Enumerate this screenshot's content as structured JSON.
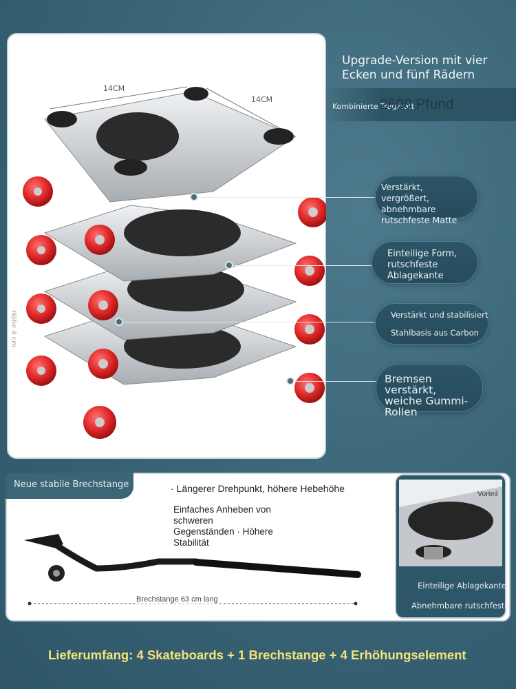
{
  "dimensions": {
    "width_label": "14CM",
    "depth_label": "14CM",
    "height_label": "Höhe 4 cm"
  },
  "header": {
    "title": "Upgrade-Version mit vier Ecken und fünf Rädern",
    "capacity_label": "Kombinierte Tragkraft",
    "capacity_value": "2600 Pfund"
  },
  "features": [
    {
      "text": "Verstärkt, vergrößert, abnehmbare rutschfeste Matte"
    },
    {
      "text": "Einteilige Form, rutschfeste Ablagekante"
    },
    {
      "line1": "Verstärkt und stabilisiert",
      "line2": "Stahlbasis aus Carbon"
    },
    {
      "text": "Bremsen verstärkt, weiche Gummi-Rollen"
    }
  ],
  "crowbar": {
    "tag": "Neue stabile Brechstange",
    "point1": "· Längerer Drehpunkt, höhere Hebehöhe",
    "point2": "Einfaches Anheben von schweren Gegenständen · Höhere Stabilität",
    "length_label": "Brechstange 63 cm lang"
  },
  "inset": {
    "badge": "Vorteil",
    "label1": "Einteilige Ablagekante",
    "label2": "Abnehmbare rutschfeste M"
  },
  "footer": {
    "text": "Lieferumfang: 4 Skateboards + 1 Brechstange + 4 Erhöhungselement"
  },
  "colors": {
    "background": "#3a6678",
    "wheel": "#e03030",
    "frame": "#c8ccd0",
    "pad": "#2a2a2a",
    "footer_text": "#f4e27a"
  }
}
